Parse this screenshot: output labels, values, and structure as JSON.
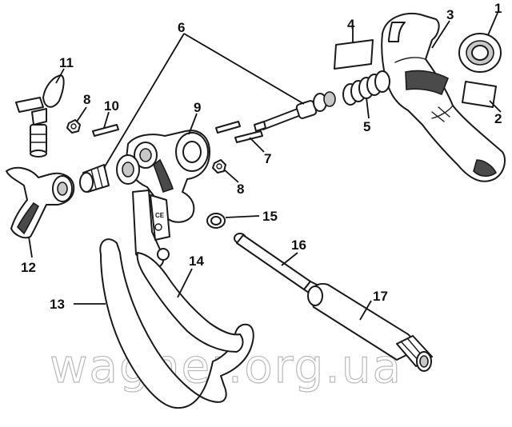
{
  "diagram": {
    "callouts": [
      {
        "id": "c1",
        "label": "1"
      },
      {
        "id": "c2",
        "label": "2"
      },
      {
        "id": "c3",
        "label": "3"
      },
      {
        "id": "c4",
        "label": "4"
      },
      {
        "id": "c5",
        "label": "5"
      },
      {
        "id": "c6",
        "label": "6"
      },
      {
        "id": "c7",
        "label": "7"
      },
      {
        "id": "c8a",
        "label": "8"
      },
      {
        "id": "c8b",
        "label": "8"
      },
      {
        "id": "c9",
        "label": "9"
      },
      {
        "id": "c10",
        "label": "10"
      },
      {
        "id": "c11",
        "label": "11"
      },
      {
        "id": "c12",
        "label": "12"
      },
      {
        "id": "c13",
        "label": "13"
      },
      {
        "id": "c14",
        "label": "14"
      },
      {
        "id": "c15",
        "label": "15"
      },
      {
        "id": "c16",
        "label": "16"
      },
      {
        "id": "c17",
        "label": "17"
      }
    ],
    "label_ce": "CE",
    "watermark": "wagner.org.ua"
  }
}
